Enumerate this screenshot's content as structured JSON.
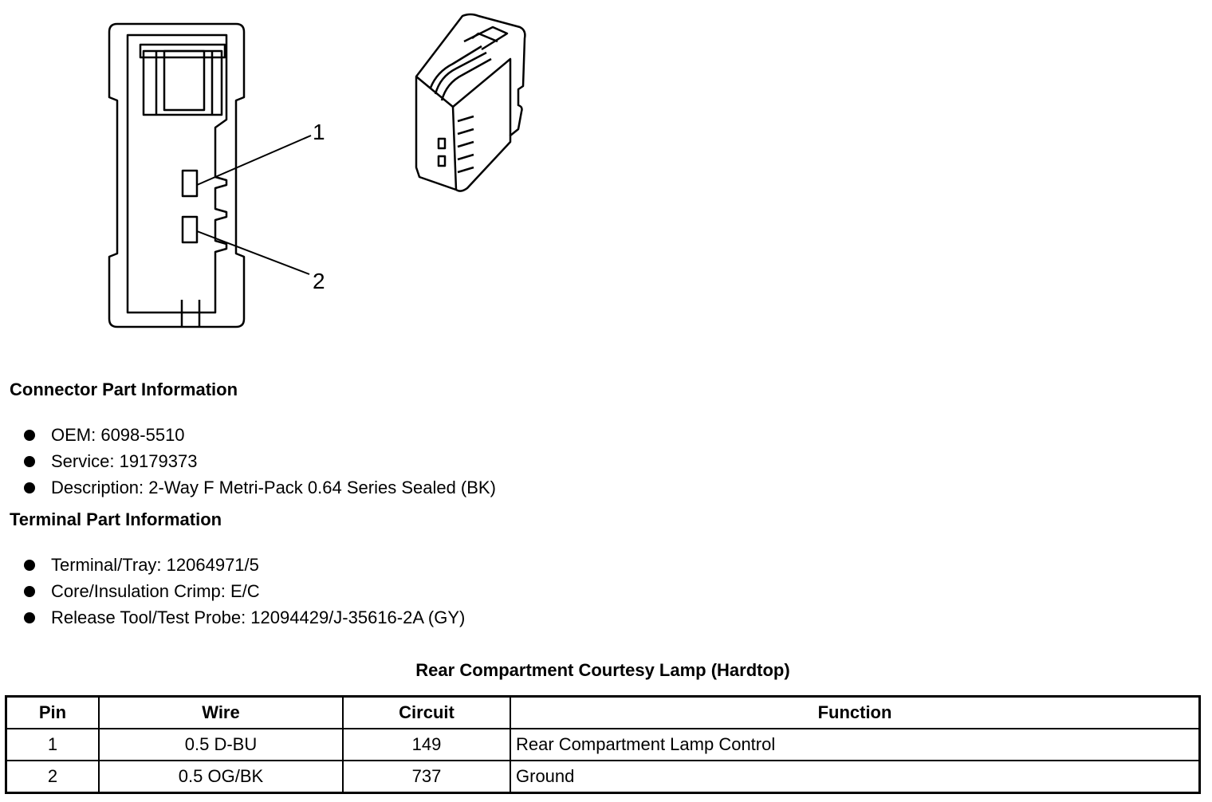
{
  "figure": {
    "callouts": [
      "1",
      "2"
    ]
  },
  "connector_section": {
    "title": "Connector Part Information",
    "items": [
      "OEM: 6098-5510",
      "Service: 19179373",
      "Description: 2-Way F Metri-Pack 0.64 Series Sealed (BK)"
    ]
  },
  "terminal_section": {
    "title": "Terminal Part Information",
    "items": [
      "Terminal/Tray: 12064971/5",
      "Core/Insulation Crimp: E/C",
      "Release Tool/Test Probe: 12094429/J-35616-2A (GY)"
    ]
  },
  "pin_table": {
    "title": "Rear Compartment Courtesy Lamp (Hardtop)",
    "headers": [
      "Pin",
      "Wire",
      "Circuit",
      "Function"
    ],
    "rows": [
      [
        "1",
        "0.5 D-BU",
        "149",
        "Rear Compartment Lamp Control"
      ],
      [
        "2",
        "0.5 OG/BK",
        "737",
        "Ground"
      ]
    ]
  }
}
